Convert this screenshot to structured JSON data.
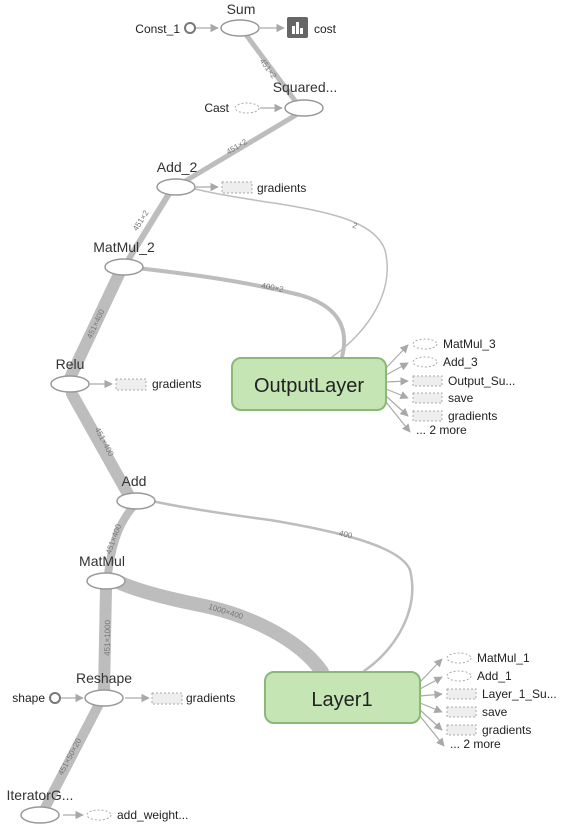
{
  "colors": {
    "group_fill": "#c6e5b4",
    "group_stroke": "#8bb874",
    "edge": "#bdbdbd",
    "node_stroke": "#999999"
  },
  "nodes": {
    "sum": "Sum",
    "squared": "Squared...",
    "add_2": "Add_2",
    "matmul_2": "MatMul_2",
    "relu": "Relu",
    "add": "Add",
    "matmul": "MatMul",
    "reshape": "Reshape",
    "iterator": "IteratorG..."
  },
  "side_labels": {
    "const_1": "Const_1",
    "cost": "cost",
    "cast": "Cast",
    "gradients_add2": "gradients",
    "gradients_relu": "gradients",
    "shape": "shape",
    "gradients_reshape": "gradients",
    "add_weight": "add_weight..."
  },
  "edge_labels": {
    "squared_sum": "451×2",
    "add2_squared": "451×2",
    "matmul2_add2": "451×2",
    "relu_matmul2": "451×400",
    "output_add2": "2",
    "output_matmul2": "400×2",
    "add_relu": "451×400",
    "matmul_add": "451×400",
    "layer1_add": "400",
    "reshape_matmul": "451×1000",
    "layer1_matmul": "1000×400",
    "iterator_reshape": "451×50×20"
  },
  "groups": {
    "output_layer": {
      "label": "OutputLayer",
      "outputs": [
        "MatMul_3",
        "Add_3",
        "Output_Su...",
        "save",
        "gradients"
      ],
      "more": "... 2 more"
    },
    "layer1": {
      "label": "Layer1",
      "outputs": [
        "MatMul_1",
        "Add_1",
        "Layer_1_Su...",
        "save",
        "gradients"
      ],
      "more": "... 2 more"
    }
  }
}
